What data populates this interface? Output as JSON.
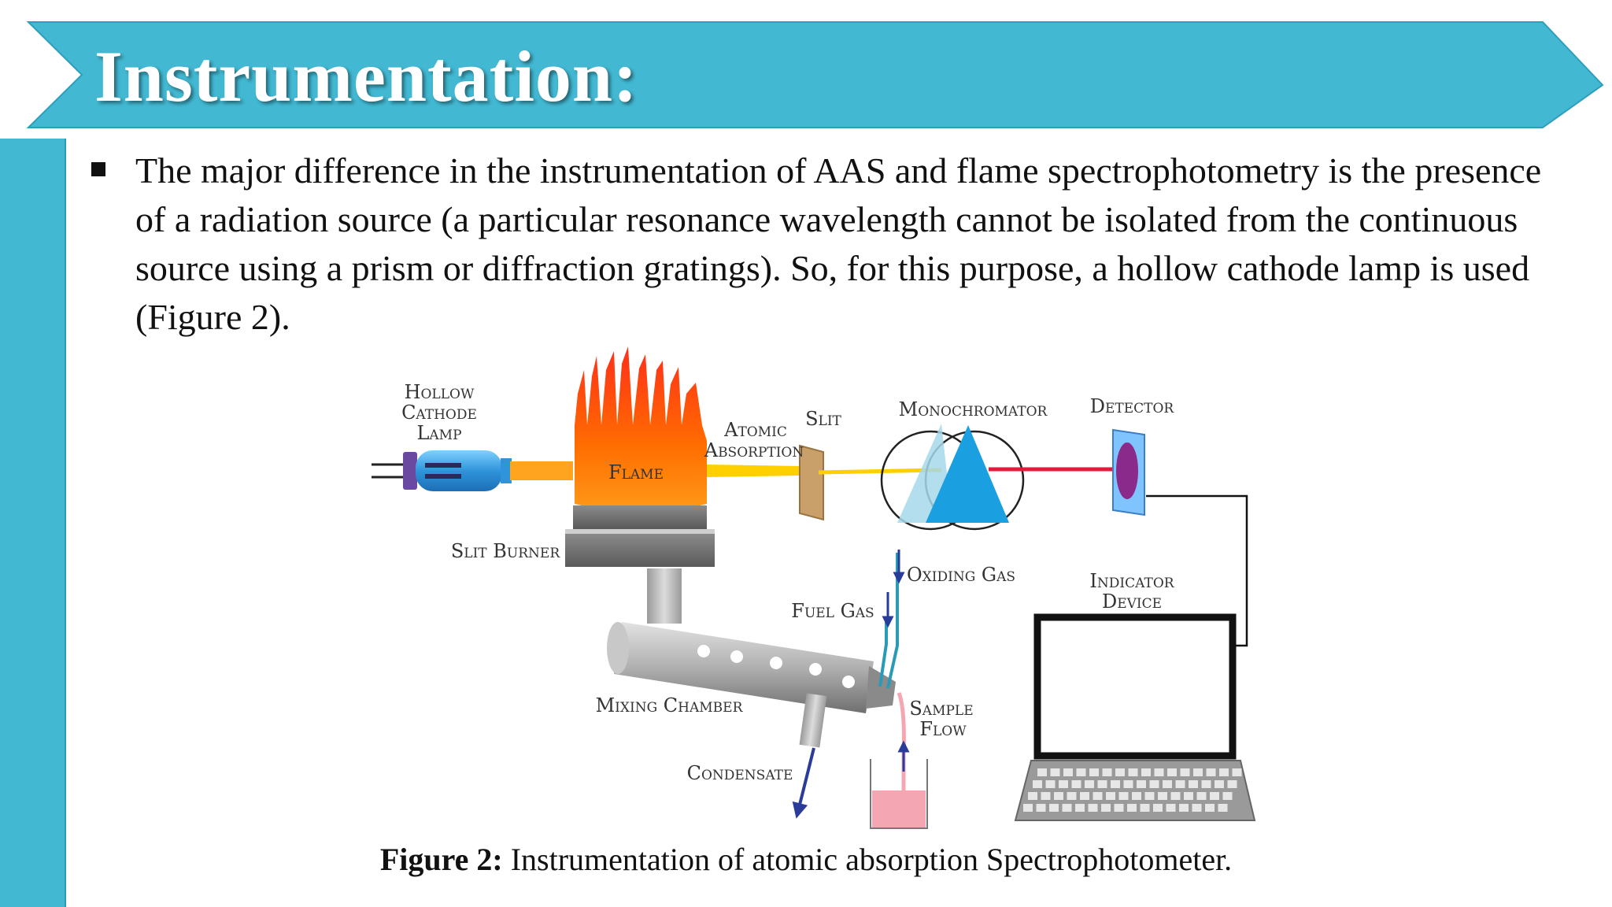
{
  "slide": {
    "title": "Instrumentation:",
    "bullet": "The major difference in the instrumentation of AAS and flame spectrophotometry is the presence of a radiation source (a particular resonance wavelength cannot be isolated from the continuous source using a prism or diffraction gratings). So, for this purpose, a hollow cathode lamp is used (Figure 2).",
    "accent_color": "#42b8d2"
  },
  "diagram": {
    "labels": {
      "lamp_line1": "Hollow",
      "lamp_line2": "Cathode",
      "lamp_line3": "Lamp",
      "flame": "Flame",
      "atomic_line1": "Atomic",
      "atomic_line2": "Absorption",
      "slit": "Slit",
      "monochromator": "Monochromator",
      "detector": "Detector",
      "slit_burner": "Slit Burner",
      "oxiding_gas": "Oxiding Gas",
      "fuel_gas": "Fuel Gas",
      "indicator_line1": "Indicator",
      "indicator_line2": "Device",
      "mixing_chamber": "Mixing Chamber",
      "sample_line1": "Sample",
      "sample_line2": "Flow",
      "condensate": "Condensate"
    },
    "colors": {
      "flame_outer": "#ff6a00",
      "flame_inner": "#ff3a1f",
      "beam_orange": "#ffa41f",
      "beam_yellow": "#ffd000",
      "beam_red": "#e21b3b",
      "prism": "#1aa0e0",
      "lamp": "#3aa6e4",
      "sample_liquid": "#f4a7b2",
      "arrow_blue": "#2a3c9a"
    }
  },
  "caption": {
    "label": "Figure 2:",
    "text": " Instrumentation of atomic absorption Spectrophotometer."
  }
}
